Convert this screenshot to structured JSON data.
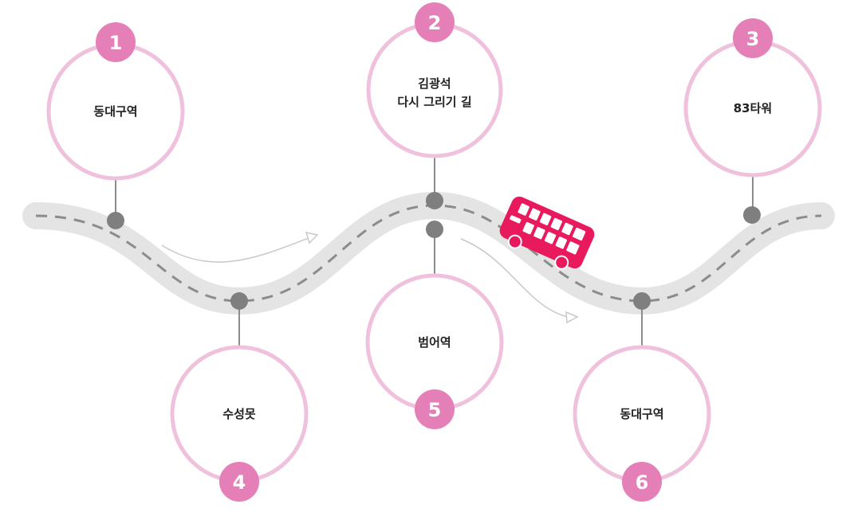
{
  "colors": {
    "ring": "#f0c1dd",
    "badge": "#e57fb8",
    "road": "#e4e4e4",
    "road_dash": "#8c8c8c",
    "node": "#7f7f80",
    "connector": "#8c8c8c",
    "arrow": "#c8c8c8",
    "bus": "#e8195d"
  },
  "stops": [
    {
      "number": "1",
      "lines": [
        "동대구역"
      ]
    },
    {
      "number": "2",
      "lines": [
        "김광석",
        "다시 그리기 길"
      ]
    },
    {
      "number": "3",
      "lines": [
        "83타워"
      ]
    },
    {
      "number": "4",
      "lines": [
        "수성못"
      ]
    },
    {
      "number": "5",
      "lines": [
        "범어역"
      ]
    },
    {
      "number": "6",
      "lines": [
        "동대구역"
      ]
    }
  ],
  "icons": {
    "vehicle": "double-decker-bus-icon"
  }
}
